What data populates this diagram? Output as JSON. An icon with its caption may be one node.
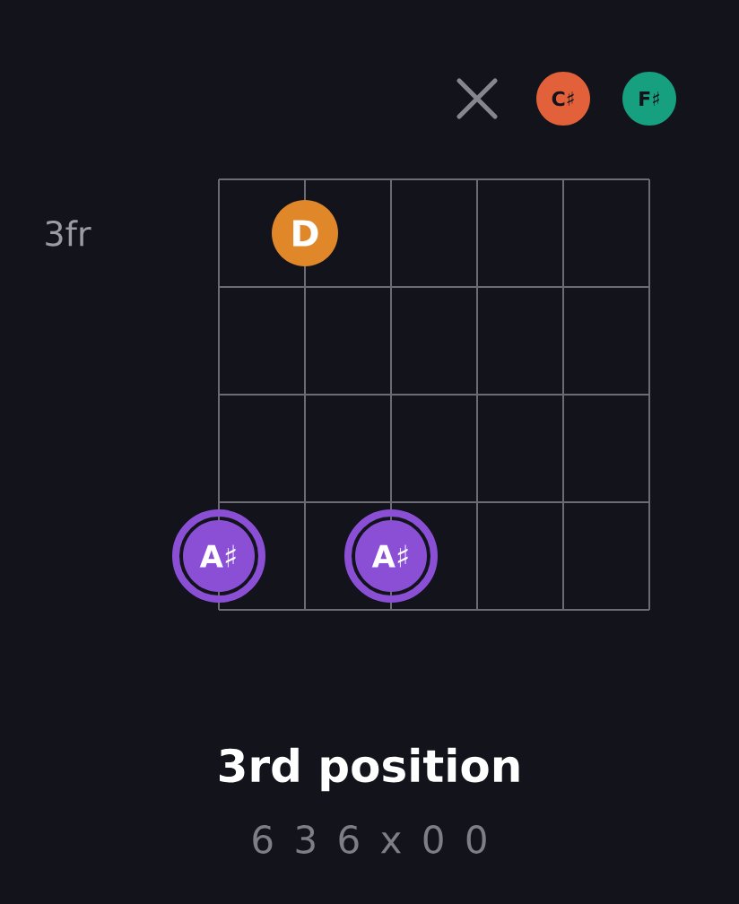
{
  "diagram": {
    "title": "3rd position",
    "caption": "6 3 6 x 0 0",
    "nodes": [
      {
        "text": [
          "C♯"
        ]
      },
      {
        "text": [
          "F♯"
        ]
      },
      {
        "text": [
          "D"
        ]
      },
      {
        "text": [
          "A♯"
        ]
      },
      {
        "text": [
          "A♯"
        ]
      }
    ],
    "labels": [
      "3fr"
    ]
  }
}
